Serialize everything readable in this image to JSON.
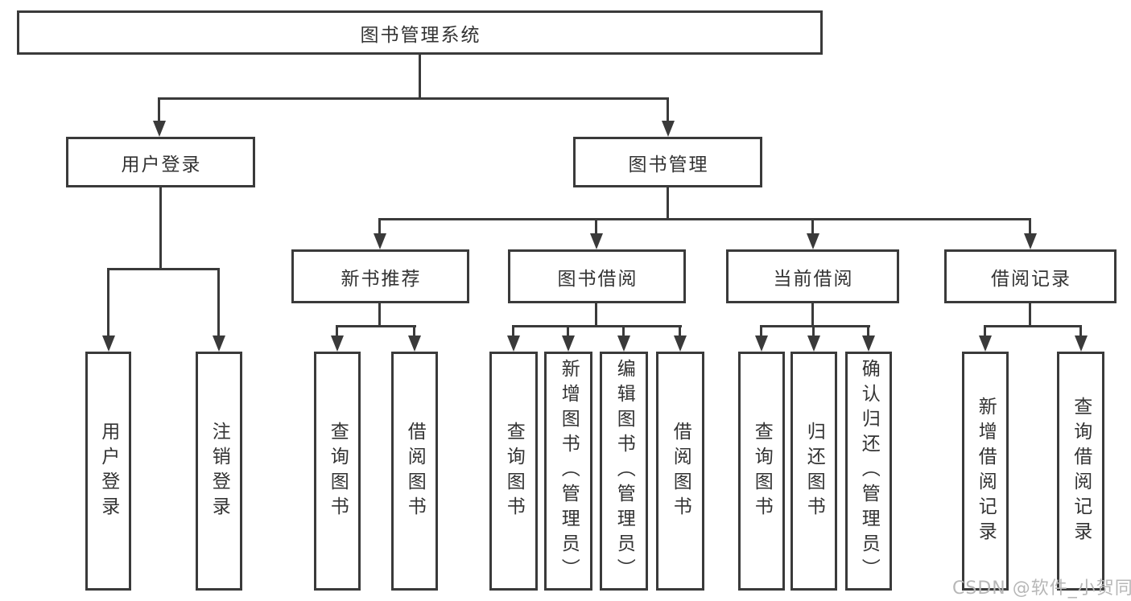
{
  "diagram": {
    "root": {
      "label": "图书管理系统",
      "children": [
        {
          "label": "用户登录",
          "children": [
            {
              "label": "用户登录"
            },
            {
              "label": "注销登录"
            }
          ]
        },
        {
          "label": "图书管理",
          "children": [
            {
              "label": "新书推荐",
              "children": [
                {
                  "label": "查询图书"
                },
                {
                  "label": "借阅图书"
                }
              ]
            },
            {
              "label": "图书借阅",
              "children": [
                {
                  "label": "查询图书"
                },
                {
                  "label": "新增图书（管理员）"
                },
                {
                  "label": "编辑图书（管理员）"
                },
                {
                  "label": "借阅图书"
                }
              ]
            },
            {
              "label": "当前借阅",
              "children": [
                {
                  "label": "查询图书"
                },
                {
                  "label": "归还图书"
                },
                {
                  "label": "确认归还（管理员）"
                }
              ]
            },
            {
              "label": "借阅记录",
              "children": [
                {
                  "label": "新增借阅记录"
                },
                {
                  "label": "查询借阅记录"
                }
              ]
            }
          ]
        }
      ]
    },
    "watermark": "CSDN @软件_小贺同学",
    "colors": {
      "line": "#3a3a3a",
      "text": "#333333",
      "watermark": "#b7b7b7",
      "background": "#ffffff"
    }
  }
}
